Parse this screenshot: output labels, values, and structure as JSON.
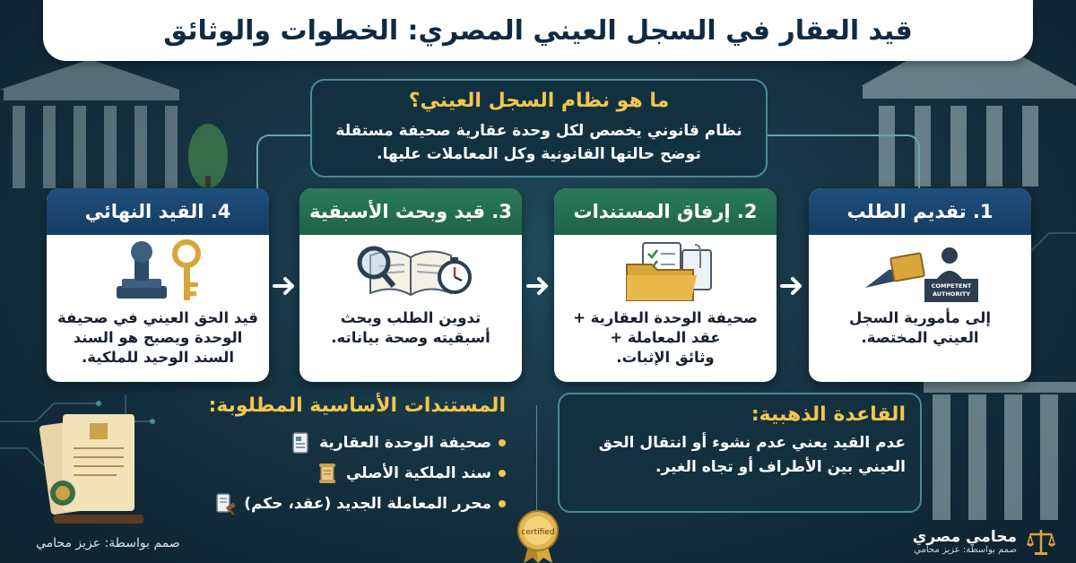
{
  "title": "قيد العقار في السجل العيني المصري: الخطوات والوثائق",
  "intro": {
    "heading": "ما هو نظام السجل العيني؟",
    "line1": "نظام قانوني يخصص لكل وحدة عقارية صحيفة مستقلة",
    "line2": "توضح حالتها القانونية وكل المعاملات عليها."
  },
  "steps": [
    {
      "label": "1. تقديم الطلب",
      "lines": [
        "إلى مأمورية السجل",
        "العيني المختصة."
      ],
      "icon": "handing-folder-icon",
      "icon_caption": [
        "COMPETENT",
        "AUTHORITY"
      ]
    },
    {
      "label": "2. إرفاق المستندات",
      "lines": [
        "صحيفة الوحدة العقارية +",
        "عقد المعاملة +",
        "وثائق الإثبات."
      ],
      "icon": "folder-documents-icon"
    },
    {
      "label": "3. قيد وبحث الأسبقية",
      "lines": [
        "تدوين الطلب وبحث",
        "أسبقيته وصحة بياناته."
      ],
      "icon": "book-magnifier-stopwatch-icon"
    },
    {
      "label": "4. القيد النهائي",
      "lines": [
        "قيد الحق العيني في صحيفة",
        "الوحدة ويصبح هو السند",
        "السند الوحيد للملكية."
      ],
      "icon": "stamp-key-icon"
    }
  ],
  "documents": {
    "heading": "المستندات الأساسية المطلوبة:",
    "items": [
      {
        "label": "صحيفة الوحدة العقارية",
        "icon": "document-icon"
      },
      {
        "label": "سند الملكية الأصلي",
        "icon": "scroll-icon"
      },
      {
        "label": "محرر المعاملة الجديد (عقد، حكم)",
        "icon": "gavel-document-icon"
      }
    ]
  },
  "golden_rule": {
    "heading": "القاعدة الذهبية:",
    "line1": "عدم القيد يعني عدم نشوء أو انتقال الحق",
    "line2": "العيني بين الأطراف أو تجاه الغير."
  },
  "badge": "certified",
  "credit": "صمم بواسطة: عزيز محامي",
  "brand": {
    "name": "محامي مصري",
    "sub": "صمم بواسطة: عزيز محامي"
  },
  "colors": {
    "accent_gold": "#f3c64c",
    "header_blue": "#1e4f7d",
    "header_green": "#2a7a5a",
    "background": "#15303f"
  }
}
